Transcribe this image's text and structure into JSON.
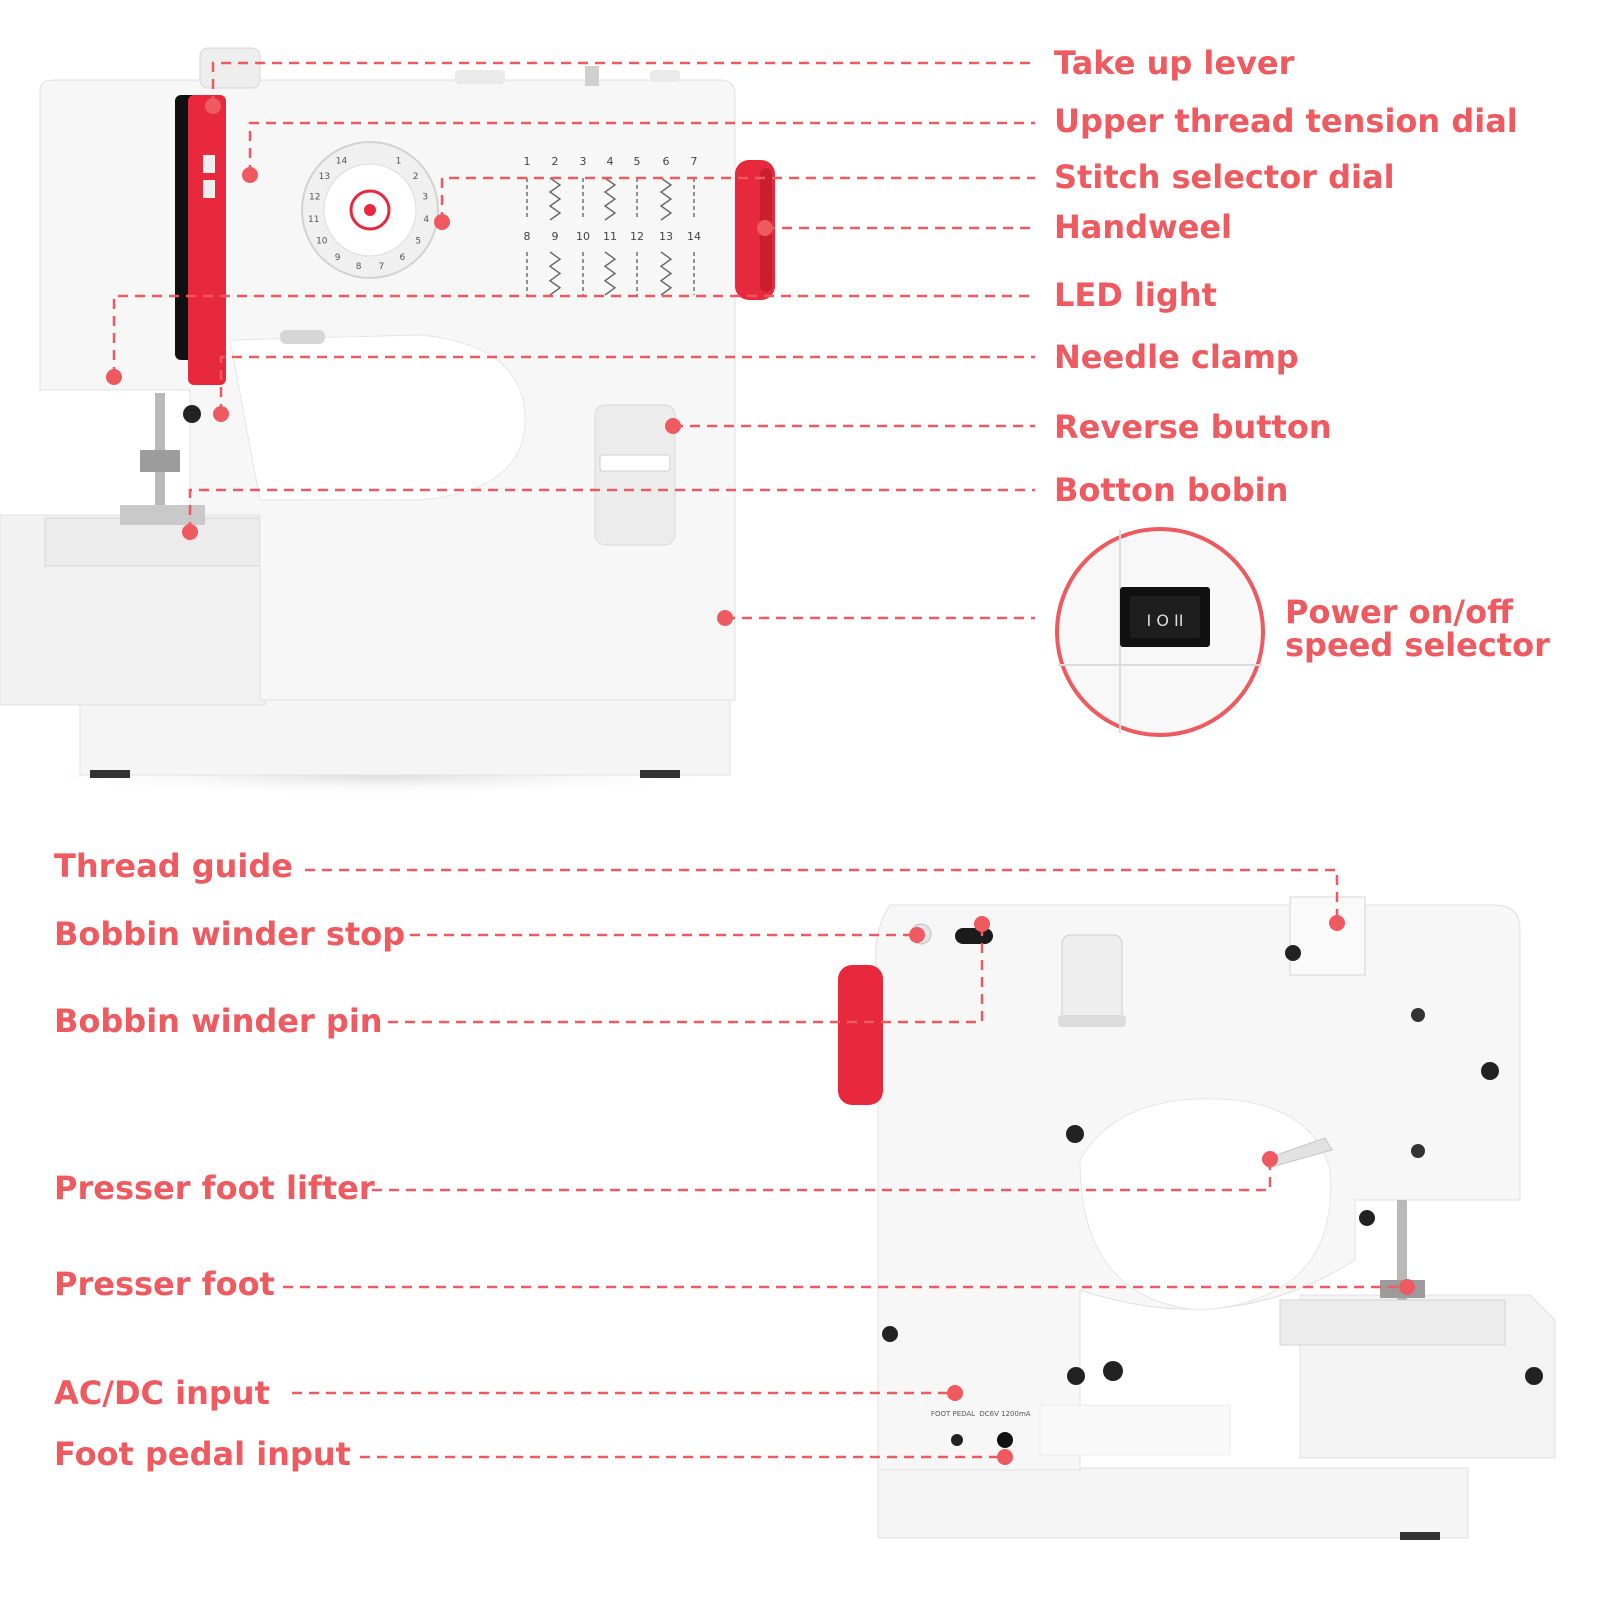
{
  "colors": {
    "accent": "#ee5a5f",
    "machine_red": "#e8283d",
    "body": "#f4f4f4"
  },
  "labels": {
    "take_up_lever": "Take up lever",
    "upper_thread_tension_dial": "Upper thread tension dial",
    "stitch_selector_dial": "Stitch selector dial",
    "handwheel": "Handweel",
    "led_light": "LED light",
    "needle_clamp": "Needle clamp",
    "reverse_button": "Reverse button",
    "bottom_bobbin": "Botton bobin",
    "power_line1": "Power on/off",
    "power_line2": "speed selector",
    "thread_guide": "Thread guide",
    "bobbin_winder_stop": "Bobbin winder stop",
    "bobbin_winder_pin": "Bobbin winder pin",
    "presser_foot_lifter": "Presser foot lifter",
    "presser_foot": "Presser foot",
    "ac_dc_input": "AC/DC input",
    "foot_pedal_input": "Foot pedal input"
  },
  "machine_text": {
    "stitch_numbers_top": [
      "1",
      "2",
      "3",
      "4",
      "5",
      "6",
      "7"
    ],
    "stitch_numbers_bottom": [
      "8",
      "9",
      "10",
      "11",
      "12",
      "13",
      "14"
    ],
    "dial_numbers": [
      "1",
      "2",
      "3",
      "4",
      "5",
      "6",
      "7",
      "8",
      "9",
      "10",
      "11",
      "12",
      "13",
      "14"
    ],
    "foot_pedal_port": "FOOT PEDAL",
    "power_port": "DC6V 1200mA",
    "switch_text": "I O II"
  }
}
